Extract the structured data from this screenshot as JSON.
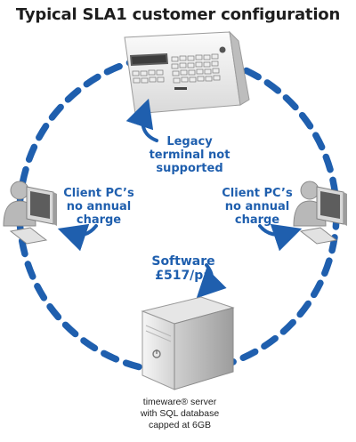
{
  "title": "Typical SLA1 customer configuration",
  "colors": {
    "accent": "#1f5fae",
    "dashes": "#1f5fae"
  },
  "terminal": {
    "label_line1": "Legacy",
    "label_line2": "terminal not",
    "label_line3": "supported"
  },
  "client_left": {
    "label_line1": "Client PC’s",
    "label_line2": "no annual",
    "label_line3": "charge"
  },
  "client_right": {
    "label_line1": "Client PC’s",
    "label_line2": "no annual",
    "label_line3": "charge"
  },
  "software": {
    "label_line1": "Software",
    "label_line2": "£517/pa"
  },
  "server": {
    "caption_line1": "timeware® server",
    "caption_line2": "with SQL database",
    "caption_line3": "capped at 6GB"
  },
  "icons": [
    "terminal-device-icon",
    "client-pc-icon",
    "server-tower-icon",
    "curved-arrow-icon"
  ]
}
